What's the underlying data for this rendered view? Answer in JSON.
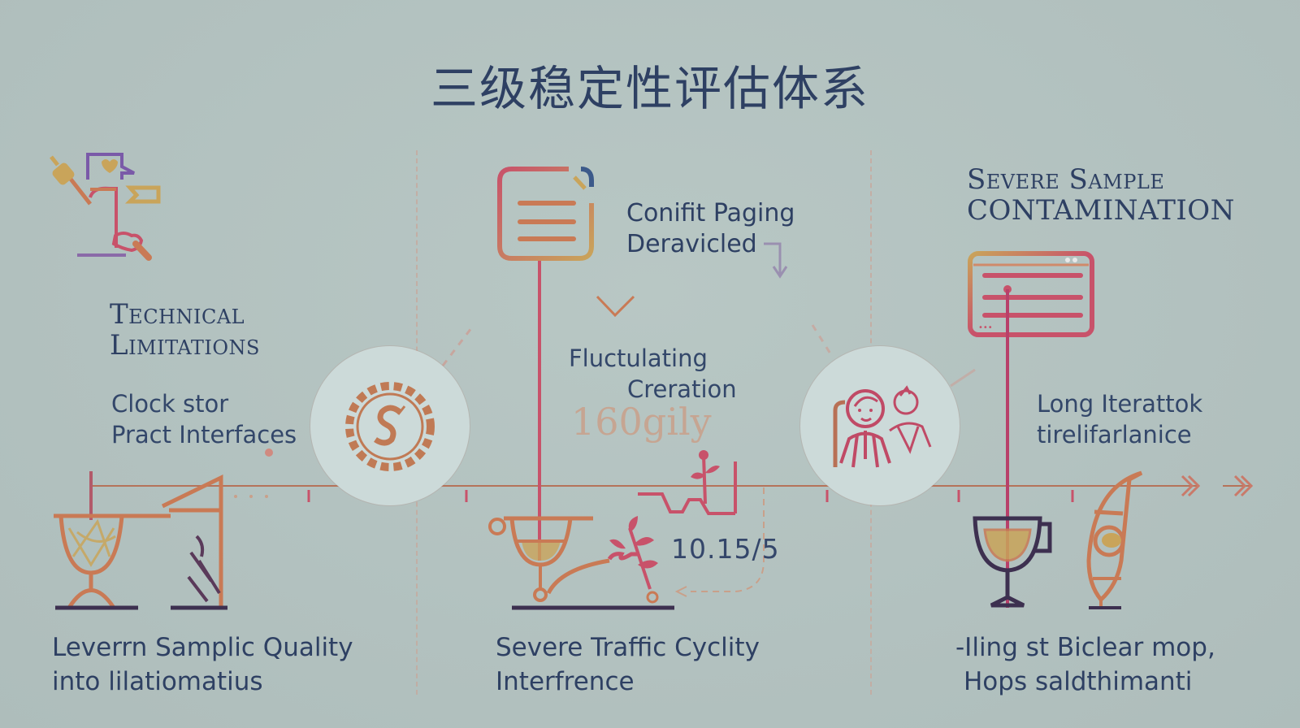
{
  "title": "三级稳定性评估体系",
  "colors": {
    "background": "#b3c2c0",
    "text_primary": "#2e4063",
    "accent_orange": "#c97a55",
    "accent_red": "#c8526a",
    "accent_purple": "#7a5aa8",
    "accent_gold": "#c9a45a",
    "timeline": "#b5735a"
  },
  "columns": [
    {
      "heading": [
        "Technical",
        "Limitations"
      ],
      "subtext": [
        "Clock stor",
        "Pract Interfaces"
      ],
      "circle_icon": "coin-dollar-icon",
      "top_icon": "signpost-tools-icon",
      "bottom_icons": [
        "globe-cup-icon",
        "lectern-icon"
      ],
      "bottom_text": [
        "Leverrn Samplic Quality",
        "into lilatiomatius"
      ]
    },
    {
      "heading": [
        "Conifit Paging",
        "Deravicled"
      ],
      "subtext": [
        "Fluctulating",
        "Creration"
      ],
      "faded_label": "160gily",
      "metric": "10.15/5",
      "top_icon": "document-icon",
      "bottom_icons": [
        "cup-icon",
        "sprout-icon",
        "signal-chart-icon"
      ],
      "bottom_text": [
        "Severe Traffic Cyclity",
        "Interfrence"
      ]
    },
    {
      "heading": [
        "Severe Sample",
        "CONTAMINATION"
      ],
      "subtext": [
        "Long Iterattok",
        "tirelifarlanice"
      ],
      "circle_icon": "people-icon",
      "top_icon": "browser-window-icon",
      "bottom_icons": [
        "wine-cup-icon",
        "leaf-pod-icon"
      ],
      "bottom_text": [
        "-Iling st Biclear mop,",
        "Hops saldthimanti"
      ]
    }
  ]
}
